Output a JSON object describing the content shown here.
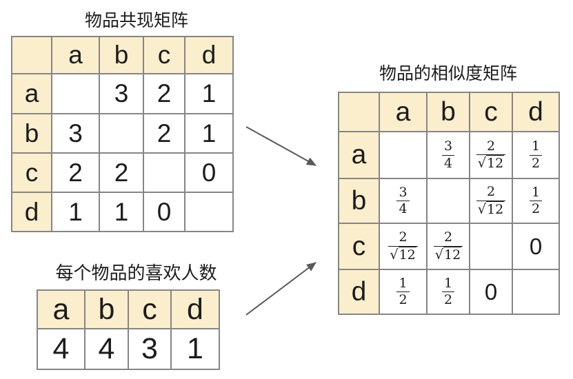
{
  "colors": {
    "headerFill": "#FBEECC",
    "tableBorder": "#858585",
    "text": "#1C1C1C",
    "arrow": "#595959",
    "background": "#FFFFFF"
  },
  "cooccurrence": {
    "title": "物品共现矩阵",
    "corner": "",
    "col_headers": [
      "a",
      "b",
      "c",
      "d"
    ],
    "rows": [
      {
        "header": "a",
        "cells": [
          "",
          "3",
          "2",
          "1"
        ]
      },
      {
        "header": "b",
        "cells": [
          "3",
          "",
          "2",
          "1"
        ]
      },
      {
        "header": "c",
        "cells": [
          "2",
          "2",
          "",
          "0"
        ]
      },
      {
        "header": "d",
        "cells": [
          "1",
          "1",
          "0",
          ""
        ]
      }
    ]
  },
  "likes": {
    "title": "每个物品的喜欢人数",
    "col_headers": [
      "a",
      "b",
      "c",
      "d"
    ],
    "values": [
      "4",
      "4",
      "3",
      "1"
    ]
  },
  "similarity": {
    "title": "物品的相似度矩阵",
    "corner": "",
    "col_headers": [
      "a",
      "b",
      "c",
      "d"
    ],
    "rows": [
      {
        "header": "a",
        "cells": [
          {
            "type": "empty",
            "text": ""
          },
          {
            "type": "fraction",
            "num": "3",
            "den": "4"
          },
          {
            "type": "fraction-sqrt",
            "num": "2",
            "radical": "√",
            "radicand": "12"
          },
          {
            "type": "fraction",
            "num": "1",
            "den": "2"
          }
        ]
      },
      {
        "header": "b",
        "cells": [
          {
            "type": "fraction",
            "num": "3",
            "den": "4"
          },
          {
            "type": "empty",
            "text": ""
          },
          {
            "type": "fraction-sqrt",
            "num": "2",
            "radical": "√",
            "radicand": "12"
          },
          {
            "type": "fraction",
            "num": "1",
            "den": "2"
          }
        ]
      },
      {
        "header": "c",
        "cells": [
          {
            "type": "fraction-sqrt",
            "num": "2",
            "radical": "√",
            "radicand": "12"
          },
          {
            "type": "fraction-sqrt",
            "num": "2",
            "radical": "√",
            "radicand": "12"
          },
          {
            "type": "empty",
            "text": ""
          },
          {
            "type": "plain",
            "text": "0"
          }
        ]
      },
      {
        "header": "d",
        "cells": [
          {
            "type": "fraction",
            "num": "1",
            "den": "2"
          },
          {
            "type": "fraction",
            "num": "1",
            "den": "2"
          },
          {
            "type": "plain",
            "text": "0"
          },
          {
            "type": "empty",
            "text": ""
          }
        ]
      }
    ]
  }
}
